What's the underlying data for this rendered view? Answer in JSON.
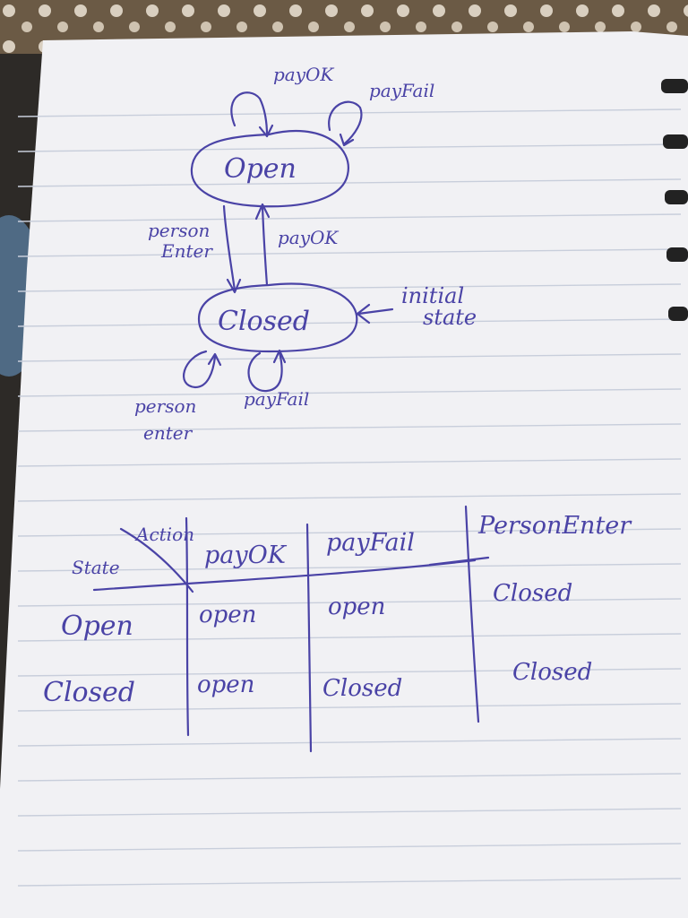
{
  "diagram": {
    "states": [
      {
        "id": "open",
        "label": "Open"
      },
      {
        "id": "closed",
        "label": "Closed"
      }
    ],
    "transitions": [
      {
        "from": "open",
        "to": "open",
        "label": "payOK"
      },
      {
        "from": "open",
        "to": "open",
        "label": "payFail"
      },
      {
        "from": "open",
        "to": "closed",
        "label_line1": "person",
        "label_line2": "Enter"
      },
      {
        "from": "closed",
        "to": "open",
        "label": "payOK"
      },
      {
        "from": "closed",
        "to": "closed",
        "label_line1": "person",
        "label_line2": "enter"
      },
      {
        "from": "closed",
        "to": "closed",
        "label": "payFail"
      }
    ],
    "initial_note": {
      "line1": "initial",
      "line2": "state"
    }
  },
  "table": {
    "corner_action": "Action",
    "corner_state": "State",
    "columns": [
      "payOK",
      "payFail",
      "PersonEnter"
    ],
    "rows": [
      {
        "state": "Open",
        "cells": [
          "open",
          "open",
          "Closed"
        ]
      },
      {
        "state": "Closed",
        "cells": [
          "open",
          "Closed",
          "Closed"
        ]
      }
    ]
  },
  "colors": {
    "ink": "#4a43a6",
    "paper": "#f3f3f5",
    "rule": "#c9cfdc"
  }
}
